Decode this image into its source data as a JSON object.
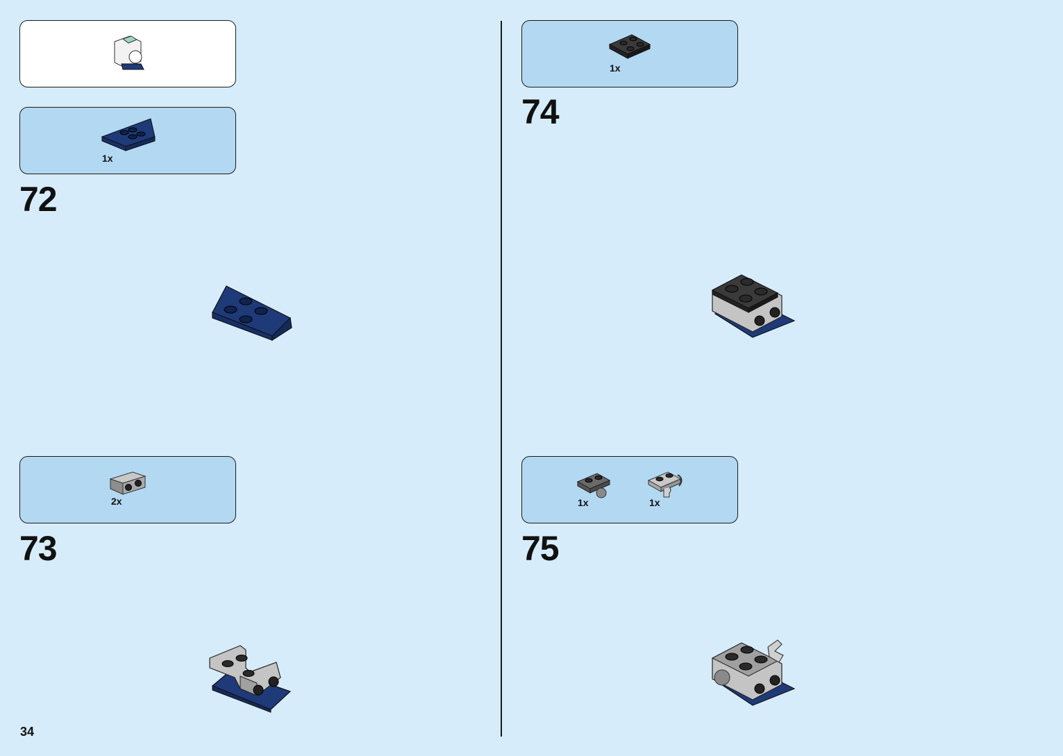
{
  "page_number": "34",
  "steps": [
    {
      "number": "72",
      "parts": [
        {
          "qty": "1x",
          "part": "dark-blue-wedge-plate"
        }
      ]
    },
    {
      "number": "73",
      "parts": [
        {
          "qty": "2x",
          "part": "light-gray-bracket"
        }
      ]
    },
    {
      "number": "74",
      "parts": [
        {
          "qty": "1x",
          "part": "black-plate-2x2"
        }
      ]
    },
    {
      "number": "75",
      "parts": [
        {
          "qty": "1x",
          "part": "dark-gray-plate-with-ball"
        },
        {
          "qty": "1x",
          "part": "light-gray-plate-with-clip"
        }
      ]
    }
  ],
  "colors": {
    "background": "#d6ecfa",
    "callout": "#b3d8f2",
    "dark_blue": "#1e3a78",
    "light_gray": "#a8a8a8",
    "black": "#2a2a2a"
  }
}
